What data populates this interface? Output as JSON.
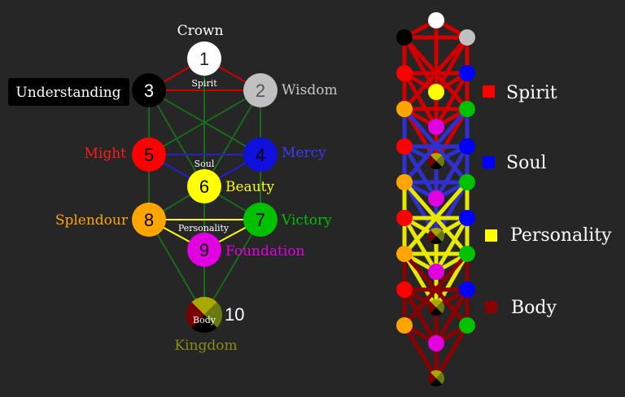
{
  "left_tree": {
    "sephirot": [
      {
        "number": "1",
        "name": "Crown",
        "fill": "#ffffff",
        "num_color": "#222222",
        "name_color": "#ffffff"
      },
      {
        "number": "2",
        "name": "Wisdom",
        "fill": "#c0c0c0",
        "num_color": "#555555",
        "name_color": "#c8c8c8"
      },
      {
        "number": "3",
        "name": "Understanding",
        "fill": "#000000",
        "num_color": "#ffffff",
        "name_color": "#ffffff"
      },
      {
        "number": "4",
        "name": "Mercy",
        "fill": "#1010dd",
        "num_color": "#000000",
        "name_color": "#3b3bff"
      },
      {
        "number": "5",
        "name": "Might",
        "fill": "#ff0000",
        "num_color": "#000000",
        "name_color": "#ff1a1a"
      },
      {
        "number": "6",
        "name": "Beauty",
        "fill": "#ffff00",
        "num_color": "#000000",
        "name_color": "#ffff00"
      },
      {
        "number": "7",
        "name": "Victory",
        "fill": "#00c000",
        "num_color": "#000000",
        "name_color": "#00c000"
      },
      {
        "number": "8",
        "name": "Splendour",
        "fill": "#ffa500",
        "num_color": "#000000",
        "name_color": "#ffa500"
      },
      {
        "number": "9",
        "name": "Foundation",
        "fill": "#e000e0",
        "num_color": "#000000",
        "name_color": "#e000e0"
      },
      {
        "number": "10",
        "name": "Kingdom",
        "fill": "multi",
        "num_color": "#ffffff",
        "name_color": "#8a8a1a"
      }
    ],
    "triangle_labels": [
      "Spirit",
      "Soul",
      "Personality",
      "Body"
    ]
  },
  "legend": [
    {
      "label": "Spirit",
      "color": "#ff0000"
    },
    {
      "label": "Soul",
      "color": "#0000ff"
    },
    {
      "label": "Personality",
      "color": "#ffff00"
    },
    {
      "label": "Body",
      "color": "#8b0000"
    }
  ]
}
